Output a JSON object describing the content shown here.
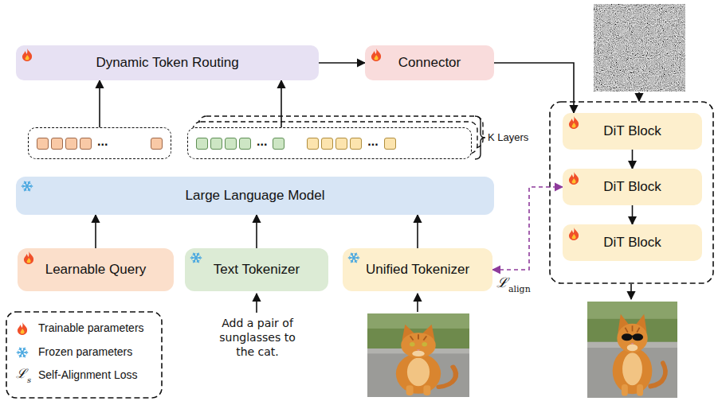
{
  "diagram": {
    "nodes": [
      {
        "text": [
          "Dynamic Token Routing"
        ]
      },
      {
        "text": [
          "Connector"
        ]
      },
      {
        "text": [
          "DiT Block"
        ]
      },
      {
        "text": [
          "DiT Block"
        ]
      },
      {
        "text": [
          "DiT Block"
        ]
      },
      {
        "text": [
          "..."
        ]
      },
      {
        "text": [
          "...",
          "..."
        ]
      },
      {
        "text": [
          "Large Language Model"
        ]
      },
      {
        "text": [
          "Learnable Query"
        ]
      },
      {
        "text": [
          "Text Tokenizer"
        ]
      },
      {
        "text": [
          "Unified Tokenizer"
        ]
      }
    ],
    "edges": [
      {
        "from": 0,
        "to": 1,
        "arrow": "to"
      },
      {
        "from": 1,
        "to": 2,
        "arrow": "to"
      },
      {
        "from": 2,
        "to": 3,
        "arrow": "to"
      },
      {
        "from": 3,
        "to": 4,
        "arrow": "to"
      },
      {
        "from": 5,
        "to": 0,
        "arrow": "to"
      },
      {
        "from": 6,
        "to": 0,
        "arrow": "to"
      },
      {
        "from": 8,
        "to": 7,
        "arrow": "to"
      },
      {
        "from": 9,
        "to": 7,
        "arrow": "to"
      },
      {
        "from": 10,
        "to": 7,
        "arrow": "to"
      },
      {
        "from": 10,
        "to": 3,
        "arrow": "both"
      }
    ],
    "labels": [
      "K Layers",
      "ℒ",
      "align",
      "Add a pair of sunglasses to the cat.",
      "ℒ",
      "s"
    ],
    "legend": [
      {
        "text": "Trainable parameters"
      },
      {
        "text": "Frozen parameters"
      },
      {
        "text": "Self-Alignment Loss"
      }
    ]
  }
}
